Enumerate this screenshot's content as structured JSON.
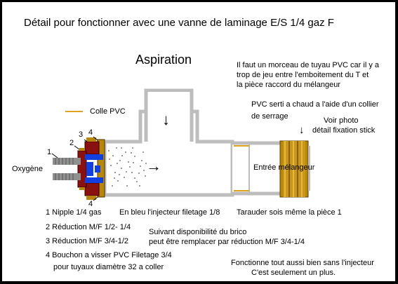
{
  "title": "Détail pour fonctionner avec une vanne de laminage  E/S 1/4 gaz F",
  "aspiration_label": "Aspiration",
  "pvc_note": {
    "line1": "Il faut un morceau de tuyau PVC car il y a",
    "line2": "trop de jeu entre l'emboitement du T et",
    "line3": "la pièce raccord du mélangeur"
  },
  "legend": {
    "colle_label": "Colle PVC",
    "colle_color": "#e0a020"
  },
  "serti_note": {
    "line1": "PVC serti a chaud a l'aide d'un collier",
    "line2": "de serrage"
  },
  "photo_note": {
    "line1": "Voir photo",
    "line2": "détail fixation stick"
  },
  "arrows": {
    "down": "↓",
    "right": "→",
    "small_down": "↓"
  },
  "part_numbers": [
    "1",
    "2",
    "3",
    "4"
  ],
  "oxygen_label": "Oxygène",
  "entree_label": "Entrée mélangeur",
  "parts_list": [
    "1  Nipple 1/4 gas",
    "2  Réduction M/F  1/2- 1/4",
    "3  Réduction M/F    3/4-1/2",
    "4  Bouchon a visser PVC Filetage 3/4",
    "pour tuyaux diamètre 32  a coller"
  ],
  "injector_note": "En bleu l'injecteur filetage 1/8",
  "tarauder_note": "Tarauder sois même la pièce 1",
  "brico_note": {
    "line1": "Suivant disponibilité du brico",
    "line2": "peut être remplacer par réduction M/F 3/4-1/4"
  },
  "footer_note": {
    "line1": "Fonctionne tout aussi bien sans l'injecteur",
    "line2": "C'est seulement un plus."
  },
  "colors": {
    "pvc_gray": "#bbbbbb",
    "brass": "#b8860b",
    "dark_red": "#8b1010",
    "injector_blue": "#1040e0",
    "nipple_gray": "#909090"
  }
}
